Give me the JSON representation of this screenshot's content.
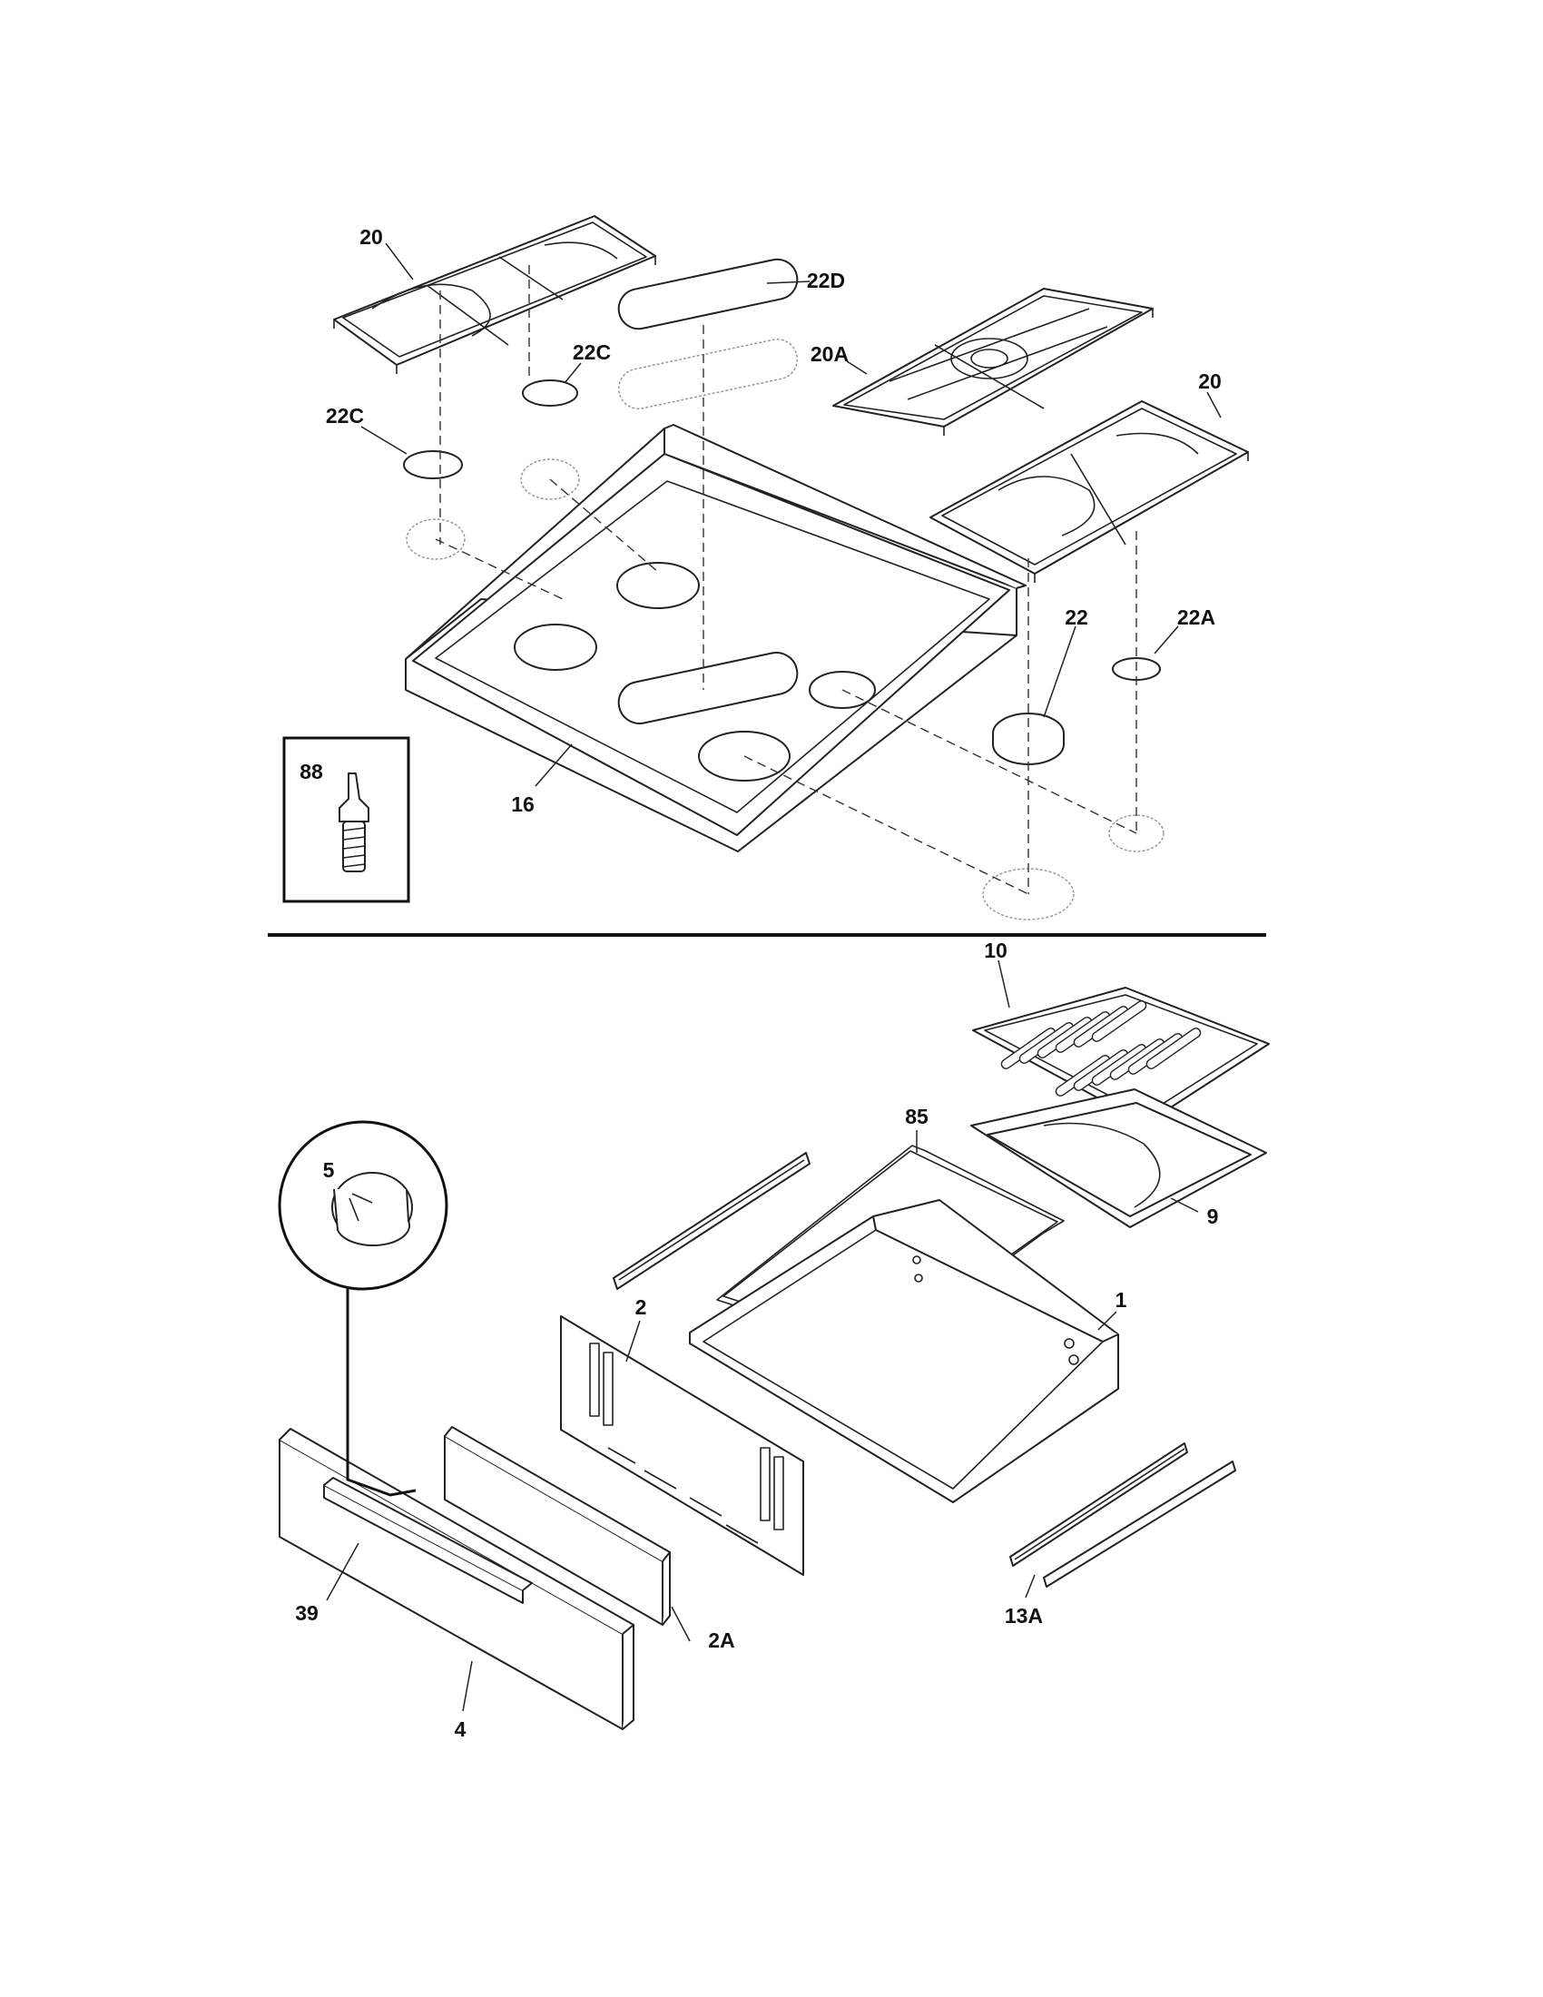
{
  "callouts": {
    "grate_left": "20",
    "cap_22d": "22D",
    "cap_22c_top": "22C",
    "cap_22c_left": "22C",
    "grate_center": "20A",
    "grate_right": "20",
    "cap_22": "22",
    "cap_22a": "22A",
    "cooktop": "16",
    "inset_part": "88",
    "broiler_insert": "10",
    "rack": "85",
    "knob": "5",
    "broiler_pan": "9",
    "drawer_body": "1",
    "drawer_back": "2",
    "drawer_panel": "2A",
    "handle": "39",
    "drawer_front": "4",
    "rails": "13A"
  }
}
